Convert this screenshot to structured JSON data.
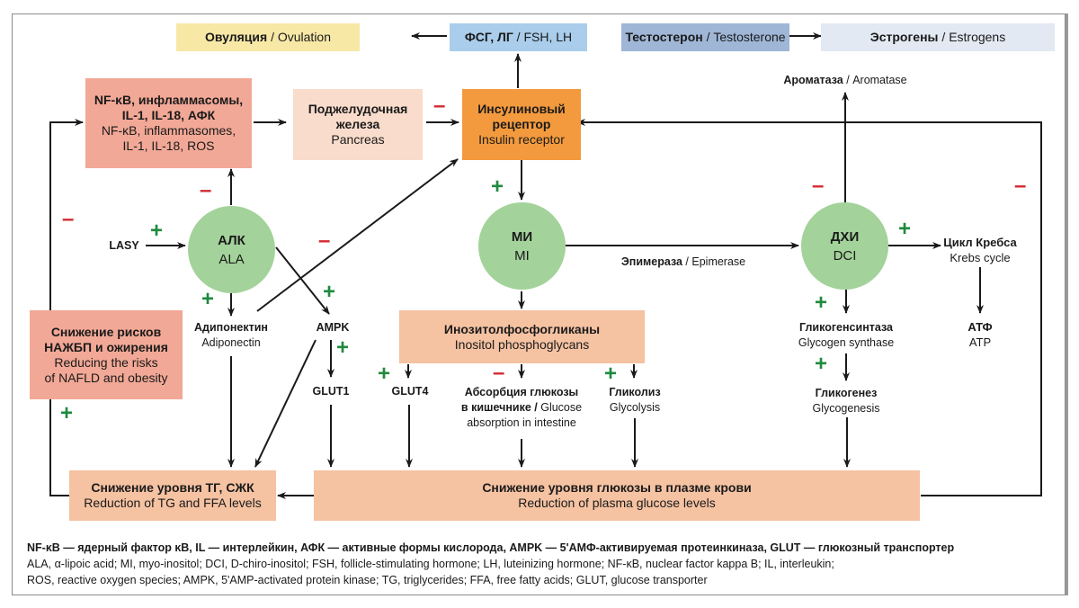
{
  "top_row": {
    "ovulation": {
      "ru": "Овуляция",
      "en": "Ovulation",
      "color": "#f8e8a6"
    },
    "fsh_lh": {
      "ru": "ФСГ, ЛГ",
      "en": "FSH, LH",
      "color": "#a9cdeb"
    },
    "testosterone": {
      "ru": "Тестостерон",
      "en": "Testosterone",
      "color": "#9fb6d6"
    },
    "estrogens": {
      "ru": "Эстрогены",
      "en": "Estrogens",
      "color": "#e2e9f3"
    }
  },
  "aromatase": {
    "ru": "Ароматаза",
    "en": "Aromatase"
  },
  "inflammation_box": {
    "ru_line1": "NF-κB, инфламмасомы,",
    "ru_line2": "IL-1, IL-18, АФК",
    "en_line1": "NF-κB, inflammasomes,",
    "en_line2": "IL-1,  IL-18, ROS",
    "color": "#f2a896"
  },
  "pancreas_box": {
    "ru_line1": "Поджелудочная",
    "ru_line2": "железа",
    "en": "Pancreas",
    "color": "#f9dccb"
  },
  "insulin_receptor_box": {
    "ru_line1": "Инсулиновый",
    "ru_line2": "рецептор",
    "en": "Insulin receptor",
    "color": "#f39a3e"
  },
  "circles": {
    "ala": {
      "ru": "АЛК",
      "en": "ALA"
    },
    "mi": {
      "ru": "МИ",
      "en": "MI"
    },
    "dci": {
      "ru": "ДХИ",
      "en": "DCI"
    },
    "color": "#a3d29a"
  },
  "lasy": "LASY",
  "epimerase": {
    "ru": "Эпимераза",
    "en": "Epimerase"
  },
  "krebs": {
    "ru": "Цикл Кребса",
    "en": "Krebs cycle"
  },
  "atp": {
    "ru": "АТФ",
    "en": "ATP"
  },
  "adiponectin": {
    "ru": "Адипонектин",
    "en": "Adiponectin"
  },
  "ampk": "AMPK",
  "glut1": "GLUT1",
  "glut4": "GLUT4",
  "nafld_box": {
    "ru_line1": "Снижение рисков",
    "ru_line2": "НАЖБП и ожирения",
    "en_line1": "Reducing the risks",
    "en_line2": "of NAFLD and obesity",
    "color": "#f2a896"
  },
  "ipg_box": {
    "ru": "Инозитолфосфогликаны",
    "en": "Inositol phosphoglycans",
    "color": "#f5c2a2"
  },
  "absorption": {
    "ru_line1": "Абсорбция глюкозы",
    "ru_line2": "в кишечнике /",
    "en_line2": "Glucose",
    "en_line3": "absorption in intestine"
  },
  "glycolysis": {
    "ru": "Гликолиз",
    "en": "Glycolysis"
  },
  "glycogen_synthase": {
    "ru": "Гликогенсинтаза",
    "en": "Glycogen synthase"
  },
  "glycogenesis": {
    "ru": "Гликогенез",
    "en": "Glycogenesis"
  },
  "tg_box": {
    "ru": "Снижение уровня ТГ, СЖК",
    "en": "Reduction of TG and FFA levels",
    "color": "#f5c2a2"
  },
  "glucose_box": {
    "ru": "Снижение уровня глюкозы в плазме крови",
    "en": "Reduction of plasma glucose levels",
    "color": "#f5c2a2"
  },
  "signs": {
    "plus": "+",
    "minus": "–",
    "plus_color": "#1f8a3e",
    "minus_color": "#d32b33"
  },
  "legend": {
    "line1": "NF-κB — ядерный фактор κB, IL — интерлейкин, АФК — активные формы кислорода, AMPK — 5'АМФ-активируемая протеинкиназа, GLUT — глюкозный транспортер",
    "line2": "ALA, α-lipoic acid; MI, myo-inositol; DCI, D-chiro-inositol; FSH, follicle-stimulating hormone; LH, luteinizing hormone; NF-κB, nuclear factor kappa B; IL, interleukin;",
    "line3": "ROS, reactive oxygen species; AMPK, 5'AMP-activated protein kinase; TG, triglycerides; FFA, free fatty acids; GLUT, glucose transporter"
  }
}
